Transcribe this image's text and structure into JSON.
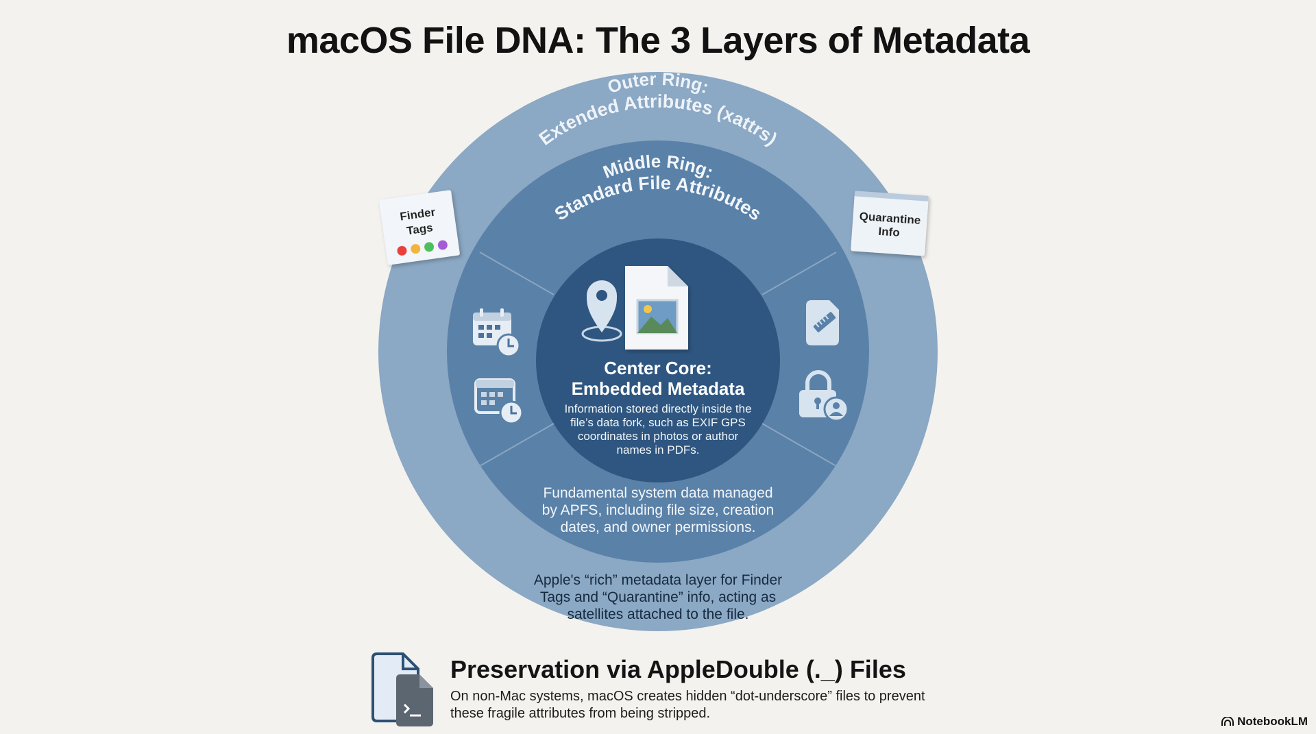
{
  "title": "macOS File DNA: The 3 Layers of Metadata",
  "outer_ring": {
    "label_line1": "Outer Ring:",
    "label_line2": "Extended Attributes (xattrs)",
    "description": [
      "Apple's “rich” metadata layer for Finder",
      "Tags and “Quarantine” info, acting as",
      "satellites attached to the file."
    ],
    "color": "#8ba8c4"
  },
  "middle_ring": {
    "label_line1": "Middle Ring:",
    "label_line2": "Standard File Attributes",
    "description": [
      "Fundamental system data managed",
      "by APFS, including file size, creation",
      "dates, and owner permissions."
    ],
    "color": "#5a81a8"
  },
  "center_core": {
    "label_line1": "Center Core:",
    "label_line2": "Embedded Metadata",
    "description": [
      "Information stored directly inside the",
      "file’s data fork, such as EXIF GPS",
      "coordinates in photos or author",
      "names in PDFs."
    ],
    "color": "#2e5680"
  },
  "satellites": {
    "finder_tags": {
      "line1": "Finder",
      "line2": "Tags",
      "dot_colors": [
        "#e8413a",
        "#f2b53a",
        "#4cc05a",
        "#a55ad6"
      ]
    },
    "quarantine": {
      "line1": "Quarantine",
      "line2": "Info"
    }
  },
  "icons": {
    "core": [
      "location-pin-icon",
      "image-file-icon"
    ],
    "left": [
      "calendar-clock-icon",
      "calendar-clock-icon"
    ],
    "right": [
      "ruler-document-icon",
      "lock-user-icon"
    ]
  },
  "footer": {
    "title": "Preservation via AppleDouble (._) Files",
    "description": "On non-Mac systems, macOS creates hidden “dot-underscore” files to prevent these fragile attributes from being stripped."
  },
  "brand": "NotebookLM"
}
